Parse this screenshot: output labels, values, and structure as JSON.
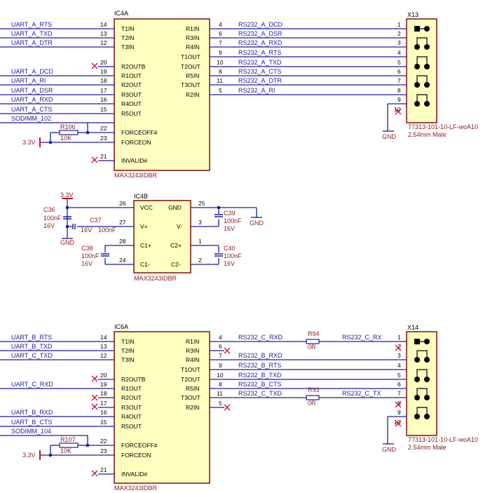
{
  "ic4a": {
    "ref": "IC4A",
    "part": "MAX3243IDBR",
    "left_pins": [
      {
        "num": "14",
        "name": "T1IN",
        "net": "UART_A_RTS"
      },
      {
        "num": "13",
        "name": "T2IN",
        "net": "UART_A_TXD"
      },
      {
        "num": "12",
        "name": "T3IN",
        "net": "UART_A_DTR"
      },
      {
        "num": "20",
        "name": "R2OUTB",
        "net": "",
        "nc": true
      },
      {
        "num": "19",
        "name": "R1OUT",
        "net": "UART_A_DCD"
      },
      {
        "num": "18",
        "name": "R2OUT",
        "net": "UART_A_RI"
      },
      {
        "num": "17",
        "name": "R3OUT",
        "net": "UART_A_DSR"
      },
      {
        "num": "16",
        "name": "R4OUT",
        "net": "UART_A_RXD"
      },
      {
        "num": "15",
        "name": "R5OUT",
        "net": "UART_A_CTS"
      },
      {
        "num": "22",
        "name": "FORCEOFF#",
        "net": ""
      },
      {
        "num": "23",
        "name": "FORCEON",
        "net": ""
      },
      {
        "num": "21",
        "name": "INVALID#",
        "net": "",
        "nc": true
      }
    ],
    "right_pins": [
      {
        "num": "4",
        "name": "R1IN",
        "net": "RS232_A_DCD"
      },
      {
        "num": "6",
        "name": "R3IN",
        "net": "RS232_A_DSR"
      },
      {
        "num": "7",
        "name": "R4IN",
        "net": "RS232_A_RXD"
      },
      {
        "num": "9",
        "name": "T1OUT",
        "net": "RS232_A_RTS"
      },
      {
        "num": "10",
        "name": "T2OUT",
        "net": "RS232_A_TXD"
      },
      {
        "num": "8",
        "name": "R5IN",
        "net": "RS232_A_CTS"
      },
      {
        "num": "11",
        "name": "T3OUT",
        "net": "RS232_A_DTR"
      },
      {
        "num": "5",
        "name": "R2IN",
        "net": "RS232_A_RI"
      }
    ],
    "sodimm": "SODIMM_102",
    "resistor": {
      "ref": "R106",
      "value": "10K"
    },
    "power": "3.3V"
  },
  "x13": {
    "ref": "X13",
    "pins": [
      "1",
      "2",
      "3",
      "4",
      "5",
      "6",
      "7",
      "8",
      "9",
      "10"
    ],
    "part": "77313-101-10-LF-woA10",
    "desc": "2.54mm Male",
    "gnd": "GND"
  },
  "ic4b": {
    "ref": "IC4B",
    "part": "MAX3243IDBR",
    "pins": [
      {
        "num": "26",
        "name": "VCC"
      },
      {
        "num": "27",
        "name": "V+"
      },
      {
        "num": "28",
        "name": "C1+"
      },
      {
        "num": "24",
        "name": "C1-"
      },
      {
        "num": "25",
        "name": "GND"
      },
      {
        "num": "3",
        "name": "V-"
      },
      {
        "num": "1",
        "name": "C2+"
      },
      {
        "num": "2",
        "name": "C2-"
      }
    ],
    "power": "3.3V",
    "gnd_left": "GND",
    "gnd_right": "GND",
    "caps": {
      "c36": {
        "ref": "C36",
        "value": "100nF",
        "volt": "16V"
      },
      "c37": {
        "ref": "C37",
        "value": "100nF",
        "volt": "16V"
      },
      "c38": {
        "ref": "C38",
        "value": "100nF",
        "volt": "16V"
      },
      "c39": {
        "ref": "C39",
        "value": "100nF",
        "volt": "16V"
      },
      "c40": {
        "ref": "C40",
        "value": "100nF",
        "volt": "16V"
      }
    }
  },
  "ic6a": {
    "ref": "IC6A",
    "part": "MAX3243IDBR",
    "left_pins": [
      {
        "num": "14",
        "name": "T1IN",
        "net": "UART_B_RTS"
      },
      {
        "num": "13",
        "name": "T2IN",
        "net": "UART_B_TXD"
      },
      {
        "num": "12",
        "name": "T3IN",
        "net": "UART_C_TXD"
      },
      {
        "num": "20",
        "name": "R2OUTB",
        "net": "",
        "nc": true
      },
      {
        "num": "19",
        "name": "R1OUT",
        "net": "UART_C_RXD"
      },
      {
        "num": "18",
        "name": "R2OUT",
        "net": "",
        "nc": true
      },
      {
        "num": "17",
        "name": "R3OUT",
        "net": "",
        "nc": true
      },
      {
        "num": "16",
        "name": "R4OUT",
        "net": "UART_B_RXD"
      },
      {
        "num": "15",
        "name": "R5OUT",
        "net": "UART_B_CTS"
      },
      {
        "num": "22",
        "name": "FORCEOFF#",
        "net": ""
      },
      {
        "num": "23",
        "name": "FORCEON",
        "net": ""
      },
      {
        "num": "21",
        "name": "INVALID#",
        "net": "",
        "nc": true
      }
    ],
    "right_pins": [
      {
        "num": "4",
        "name": "R1IN",
        "net": "RS232_C_RXD"
      },
      {
        "num": "6",
        "name": "R3IN",
        "net": "",
        "nc": true
      },
      {
        "num": "7",
        "name": "R4IN",
        "net": "RS232_B_RXD"
      },
      {
        "num": "9",
        "name": "T1OUT",
        "net": "RS232_B_RTS"
      },
      {
        "num": "10",
        "name": "T2OUT",
        "net": "RS232_B_TXD"
      },
      {
        "num": "8",
        "name": "R5IN",
        "net": "RS232_B_CTS"
      },
      {
        "num": "11",
        "name": "T3OUT",
        "net": "RS232_C_TXD"
      },
      {
        "num": "5",
        "name": "R2IN",
        "net": "",
        "nc": true
      }
    ],
    "sodimm": "SODIMM_104",
    "resistor": {
      "ref": "R107",
      "value": "10K"
    },
    "power": "3.3V",
    "r94": {
      "ref": "R94",
      "value": "0R",
      "net_out": "RS232_C_RX"
    },
    "r93": {
      "ref": "R93",
      "value": "0R",
      "net_out": "RS232_C_TX"
    }
  },
  "x14": {
    "ref": "X14",
    "pins": [
      "1",
      "2",
      "3",
      "4",
      "5",
      "6",
      "7",
      "8",
      "9",
      "10"
    ],
    "part": "77313-101-10-LF-woA10",
    "desc": "2.54mm Male",
    "gnd": "GND"
  }
}
